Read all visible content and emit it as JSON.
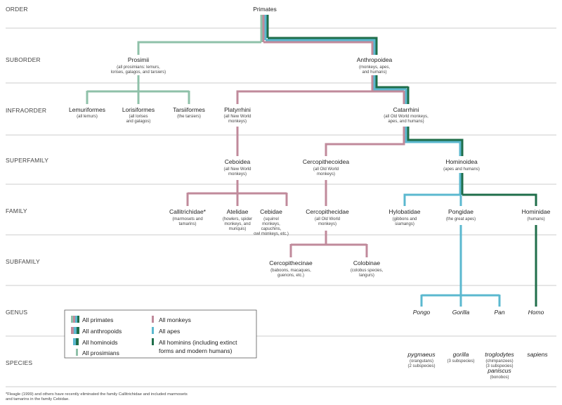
{
  "ranks": [
    "ORDER",
    "SUBORDER",
    "INFRAORDER",
    "SUPERFAMILY",
    "FAMILY",
    "SUBFAMILY",
    "GENUS",
    "SPECIES"
  ],
  "nodes": {
    "primates": {
      "name": "Primates"
    },
    "prosimii": {
      "name": "Prosimii",
      "desc": [
        "(all prosimians: lemurs,",
        "lorises, galagos, and tarsiers)"
      ]
    },
    "anthropoidea": {
      "name": "Anthropoidea",
      "desc": [
        "(monkeys, apes,",
        "and humans)"
      ]
    },
    "lemuriformes": {
      "name": "Lemuriformes",
      "desc": [
        "(all lemurs)"
      ]
    },
    "lorisiformes": {
      "name": "Lorisiformes",
      "desc": [
        "(all lorises",
        "and galagos)"
      ]
    },
    "tarsiiformes": {
      "name": "Tarsiiformes",
      "desc": [
        "(the tarsiers)"
      ]
    },
    "platyrrhini": {
      "name": "Platyrrhini",
      "desc": [
        "(all New World",
        "monkeys)"
      ]
    },
    "catarrhini": {
      "name": "Catarrhini",
      "desc": [
        "(all Old World monkeys,",
        "apes, and humans)"
      ]
    },
    "ceboidea": {
      "name": "Ceboidea",
      "desc": [
        "(all New World",
        "monkeys)"
      ]
    },
    "cercopithecoidea": {
      "name": "Cercopithecoidea",
      "desc": [
        "(all Old World",
        "monkeys)"
      ]
    },
    "hominoidea": {
      "name": "Hominoidea",
      "desc": [
        "(apes and humans)"
      ]
    },
    "callitrichidae": {
      "name": "Callitrichidae*",
      "desc": [
        "(marmosets and",
        "tamarins)"
      ]
    },
    "atelidae": {
      "name": "Atelidae",
      "desc": [
        "(howlers, spider",
        "monkeys, and",
        "muriquis)"
      ]
    },
    "cebidae": {
      "name": "Cebidae",
      "desc": [
        "(squirrel",
        "monkeys,",
        "capuchins,",
        "owl monkeys, etc.)"
      ]
    },
    "cercopithecidae": {
      "name": "Cercopithecidae",
      "desc": [
        "(all Old World",
        "monkeys)"
      ]
    },
    "hylobatidae": {
      "name": "Hylobatidae",
      "desc": [
        "(gibbons and",
        "siamangs)"
      ]
    },
    "pongidae": {
      "name": "Pongidae",
      "desc": [
        "(the great apes)"
      ]
    },
    "hominidae": {
      "name": "Hominidae",
      "desc": [
        "(humans)"
      ]
    },
    "cercopithecinae": {
      "name": "Cercopithecinae",
      "desc": [
        "(baboons, macaques,",
        "guenons, etc.)"
      ]
    },
    "colobinae": {
      "name": "Colobinae",
      "desc": [
        "(colobus species,",
        "langurs)"
      ]
    }
  },
  "genera": [
    "Pongo",
    "Gorilla",
    "Pan",
    "Homo"
  ],
  "species": {
    "pygmaeus": {
      "name": "pygmaeus",
      "desc": [
        "(orangutans)",
        "(2 subspecies)"
      ]
    },
    "gorilla": {
      "name": "gorilla",
      "desc": [
        "(3 subspecies)"
      ]
    },
    "troglodytes": {
      "name": "troglodytes",
      "desc": [
        "(chimpanzees)",
        "(3 subspecies)"
      ]
    },
    "paniscus": {
      "name": "paniscus",
      "desc": [
        "(bonobos)"
      ]
    },
    "sapiens": {
      "name": "sapiens"
    }
  },
  "colors": {
    "prosimian": "#8fc1a9",
    "monkey": "#c08a9b",
    "ape": "#5bb8cf",
    "hominin": "#1f6e4a"
  },
  "legend": {
    "primates": "All primates",
    "anthropoids": "All anthropoids",
    "hominoids": "All hominoids",
    "prosimians": "All prosimians",
    "monkeys": "All monkeys",
    "apes": "All apes",
    "hominins": [
      "All hominins (including extinct",
      "forms and modern humans)"
    ]
  },
  "footnote": [
    "*Fleagle (1999) and others have recently eliminated the family Callitrichidae and included marmosets",
    "and tamarins in the family Cebidae."
  ]
}
